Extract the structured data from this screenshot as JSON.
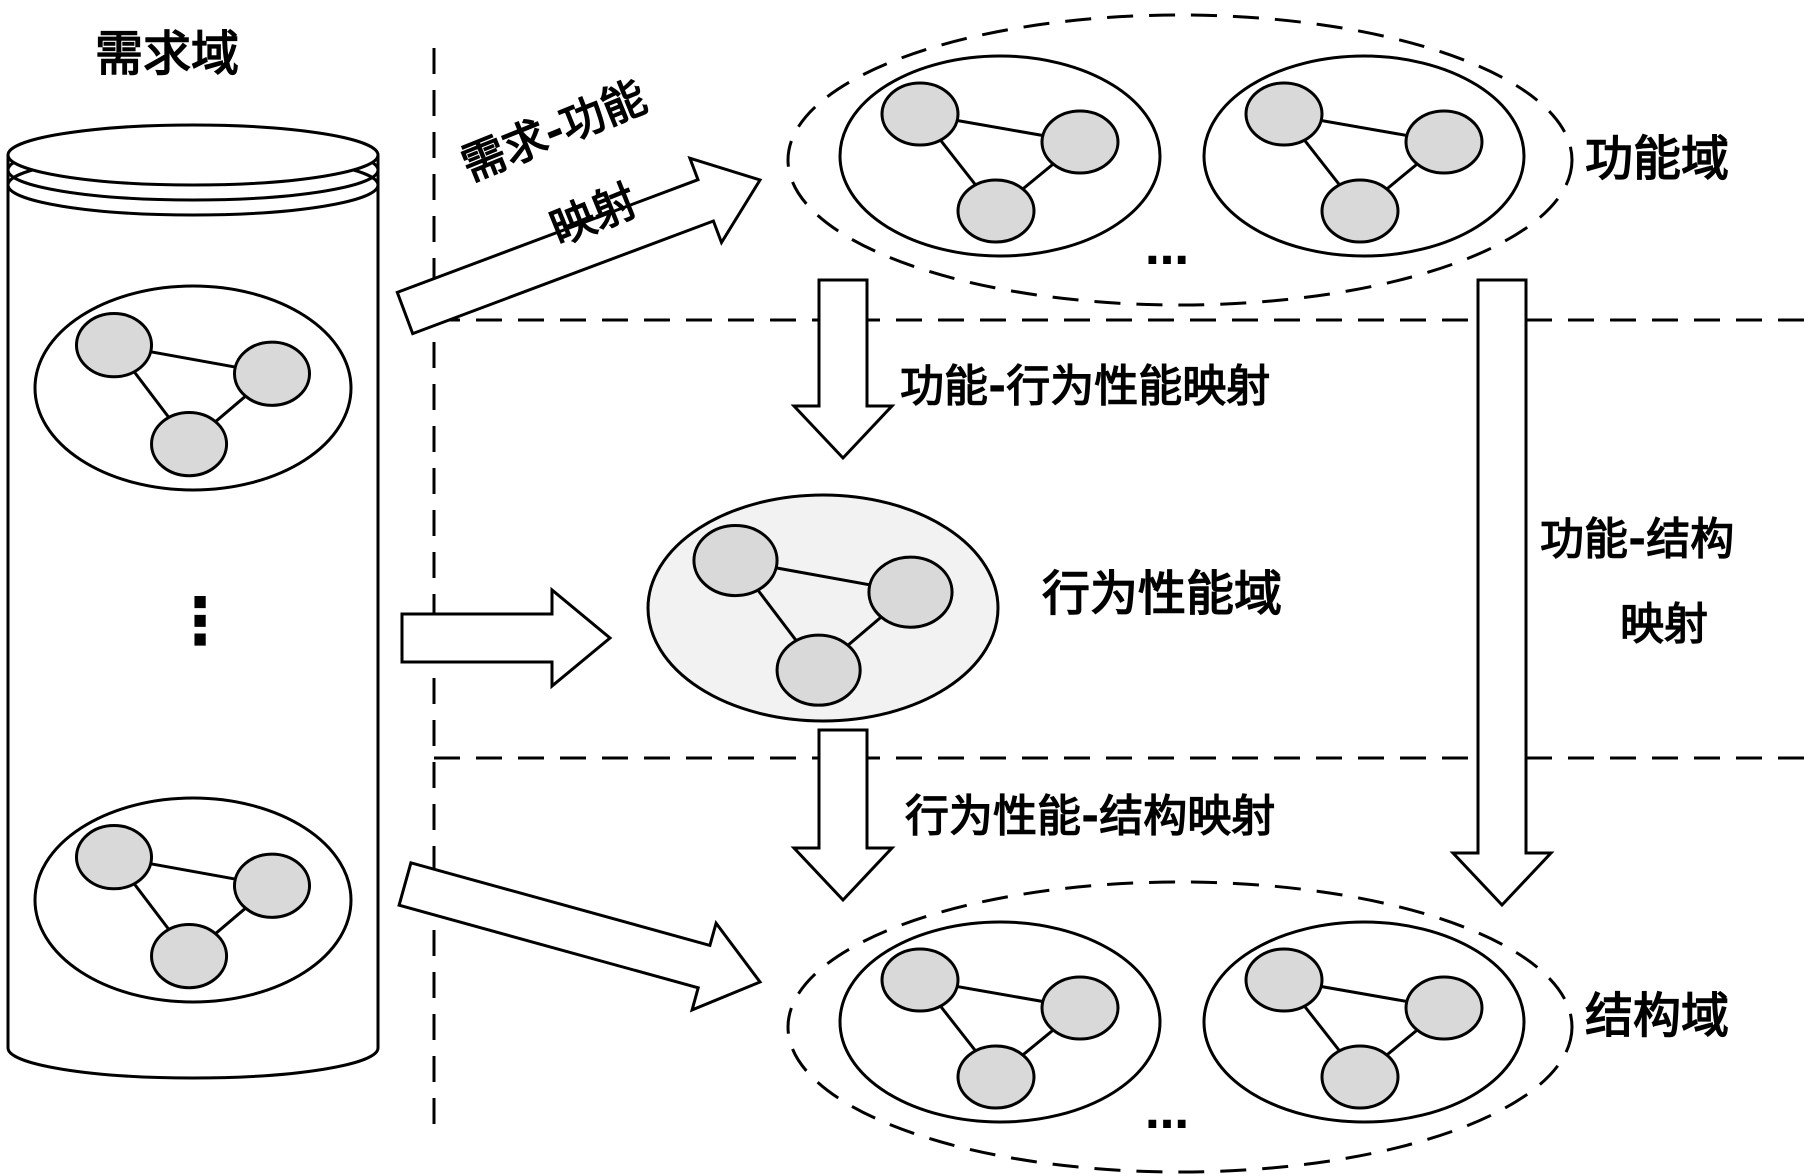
{
  "colors": {
    "node_fill": "#d9d9d9",
    "group_fill": "#f2f2f2",
    "stroke": "#000000",
    "background": "#ffffff"
  },
  "labels": {
    "demand_domain": "需求域",
    "function_domain": "功能域",
    "behavior_domain": "行为性能域",
    "structure_domain": "结构域",
    "demand_function_line1": "需求-功能",
    "demand_function_line2": "映射",
    "function_behavior_mapping": "功能-行为性能映射",
    "function_structure_line1": "功能-结构",
    "function_structure_line2": "映射",
    "behavior_structure_mapping": "行为性能-结构映射",
    "ellipsis_vertical": "⋮",
    "ellipsis": "…"
  }
}
